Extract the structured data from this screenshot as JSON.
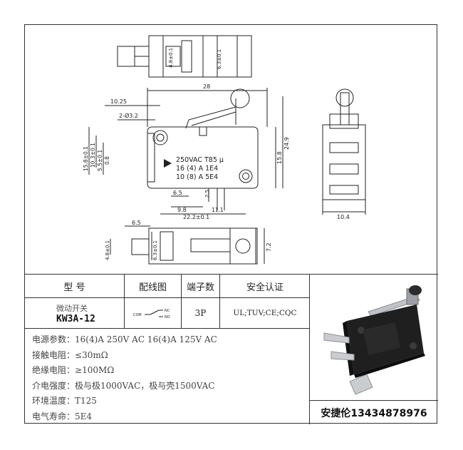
{
  "drawing": {
    "dims": {
      "overall_length": "28",
      "hole_offset": "10.25",
      "hole_dia": "2-Ø3.2",
      "total_height": "24.9",
      "body_height": "15.8",
      "body_height_tol": "15.8±0.1",
      "hole_pitch_v": "10.3±0.1",
      "term_offset": "5.5±0.1",
      "term_thk": "0.8",
      "term_w1": "6.5",
      "term_w2": "9.8",
      "term_sp": "2.5",
      "term_sp2": "11.1",
      "hole_pitch_h": "22.2±0.1",
      "side_width": "10.4",
      "top_term_a": "4.8±0.1",
      "top_term_b": "6.3±0.1",
      "bot_term_a": "6.5",
      "bot_term_b": "4.8±0.1",
      "bot_term_c": "6.3±0.1",
      "bot_height": "7.2"
    },
    "body_marking": {
      "line1": "250VAC   T85  μ",
      "line2": "16 (4) A   1E4",
      "line3": "10 (8) A   5E4"
    }
  },
  "table": {
    "headers": [
      "型  号",
      "配线图",
      "端子数",
      "安全认证"
    ],
    "product_name": "微动开关",
    "model": "KW3A-12",
    "wiring": {
      "com": "COM",
      "nc": "NC",
      "no": "NO"
    },
    "terminals": "3P",
    "certification": "UL;TUV;CE;CQC"
  },
  "specs": [
    {
      "label": "电源参数：",
      "value": "16(4)A 250V AC   16(4)A 125V AC"
    },
    {
      "label": "接触电阻：",
      "value": "≤30mΩ"
    },
    {
      "label": "绝缘电阻：",
      "value": "≥100MΩ"
    },
    {
      "label": "介电强度：",
      "value": "极与极1000VAC，极与壳1500VAC"
    },
    {
      "label": "环境温度：",
      "value": "T125"
    },
    {
      "label": "电气寿命：",
      "value": "5E4"
    }
  ],
  "contact": "安捷伦13434878976"
}
